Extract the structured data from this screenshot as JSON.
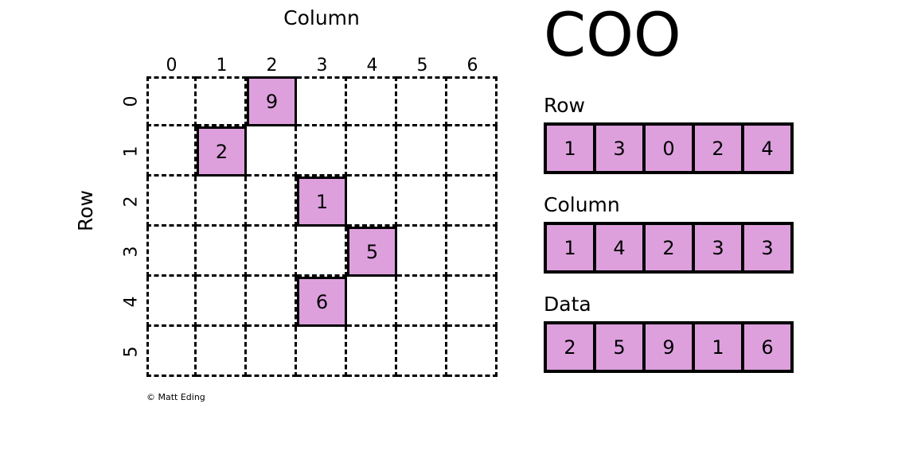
{
  "title": "COO",
  "credit": "© Matt Eding",
  "colors": {
    "cell_fill": "#dda0dd",
    "line": "#000000",
    "background": "#ffffff"
  },
  "matrix": {
    "column_axis_title": "Column",
    "row_axis_title": "Row",
    "column_ticks": [
      "0",
      "1",
      "2",
      "3",
      "4",
      "5",
      "6"
    ],
    "row_ticks": [
      "0",
      "1",
      "2",
      "3",
      "4",
      "5"
    ],
    "n_rows": 6,
    "n_cols": 7,
    "filled_cells": [
      {
        "row": 0,
        "col": 2,
        "value": "9"
      },
      {
        "row": 1,
        "col": 1,
        "value": "2"
      },
      {
        "row": 2,
        "col": 3,
        "value": "1"
      },
      {
        "row": 3,
        "col": 4,
        "value": "5"
      },
      {
        "row": 4,
        "col": 3,
        "value": "6"
      }
    ]
  },
  "arrays": [
    {
      "key": "row",
      "label": "Row",
      "values": [
        "1",
        "3",
        "0",
        "2",
        "4"
      ]
    },
    {
      "key": "column",
      "label": "Column",
      "values": [
        "1",
        "4",
        "2",
        "3",
        "3"
      ]
    },
    {
      "key": "data",
      "label": "Data",
      "values": [
        "2",
        "5",
        "9",
        "1",
        "6"
      ]
    }
  ],
  "chart_data": {
    "type": "heatmap",
    "title": "COO",
    "xlabel": "Column",
    "ylabel": "Row",
    "x": [
      0,
      1,
      2,
      3,
      4,
      5,
      6
    ],
    "y": [
      0,
      1,
      2,
      3,
      4,
      5
    ],
    "grid": true,
    "legend": "none",
    "coo_row": [
      1,
      3,
      0,
      2,
      4
    ],
    "coo_column": [
      1,
      4,
      2,
      3,
      3
    ],
    "coo_data": [
      2,
      5,
      9,
      1,
      6
    ],
    "nonzero_entries": [
      {
        "row": 0,
        "col": 2,
        "value": 9
      },
      {
        "row": 1,
        "col": 1,
        "value": 2
      },
      {
        "row": 2,
        "col": 3,
        "value": 1
      },
      {
        "row": 3,
        "col": 4,
        "value": 5
      },
      {
        "row": 4,
        "col": 3,
        "value": 6
      }
    ]
  }
}
